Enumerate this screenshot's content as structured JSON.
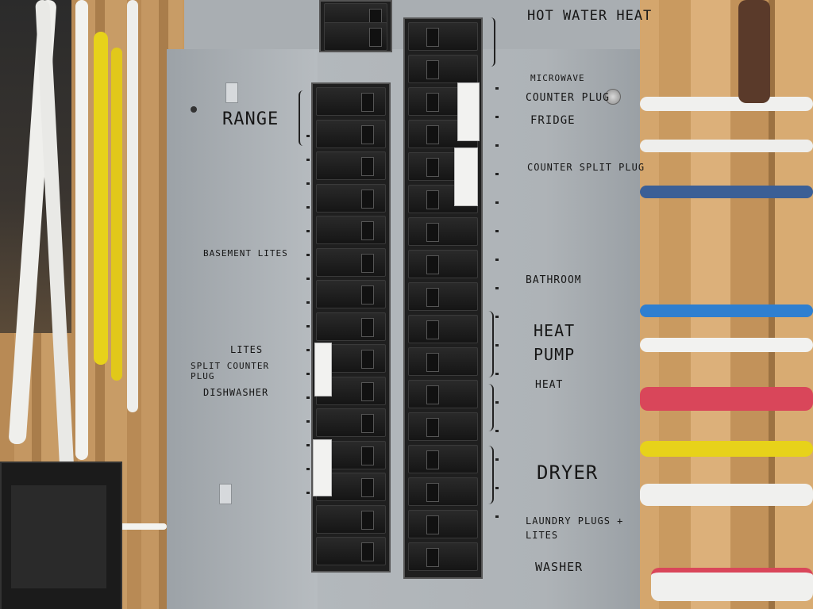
{
  "labels": {
    "hot_water_heat": "HOT WATER HEAT",
    "microwave": "MICROWAVE",
    "counter_plug": "COUNTER PLUG",
    "fridge": "FRIDGE",
    "counter_split_plug": "COUNTER SPLIT PLUG",
    "bathroom": "BATHROOM",
    "heat_pump": "HEAT PUMP",
    "heat": "HEAT",
    "dryer": "DRYER",
    "laundry_plugs_lites": "LAUNDRY PLUGS + LITES",
    "washer": "WASHER",
    "range": "RANGE",
    "basement_lites": "BASEMENT LITES",
    "lites": "LITES",
    "split_counter_plug": "SPLIT COUNTER PLUG",
    "dishwasher": "DISHWASHER"
  },
  "colors": {
    "panel_gray": "#b0b5b9",
    "breaker_black": "#1a1a1a",
    "wood": "#c99a60",
    "wire_white": "#f0f0ee",
    "wire_blue": "#2f7fd0",
    "wire_red": "#d9465a",
    "wire_yellow": "#e7d21a"
  }
}
